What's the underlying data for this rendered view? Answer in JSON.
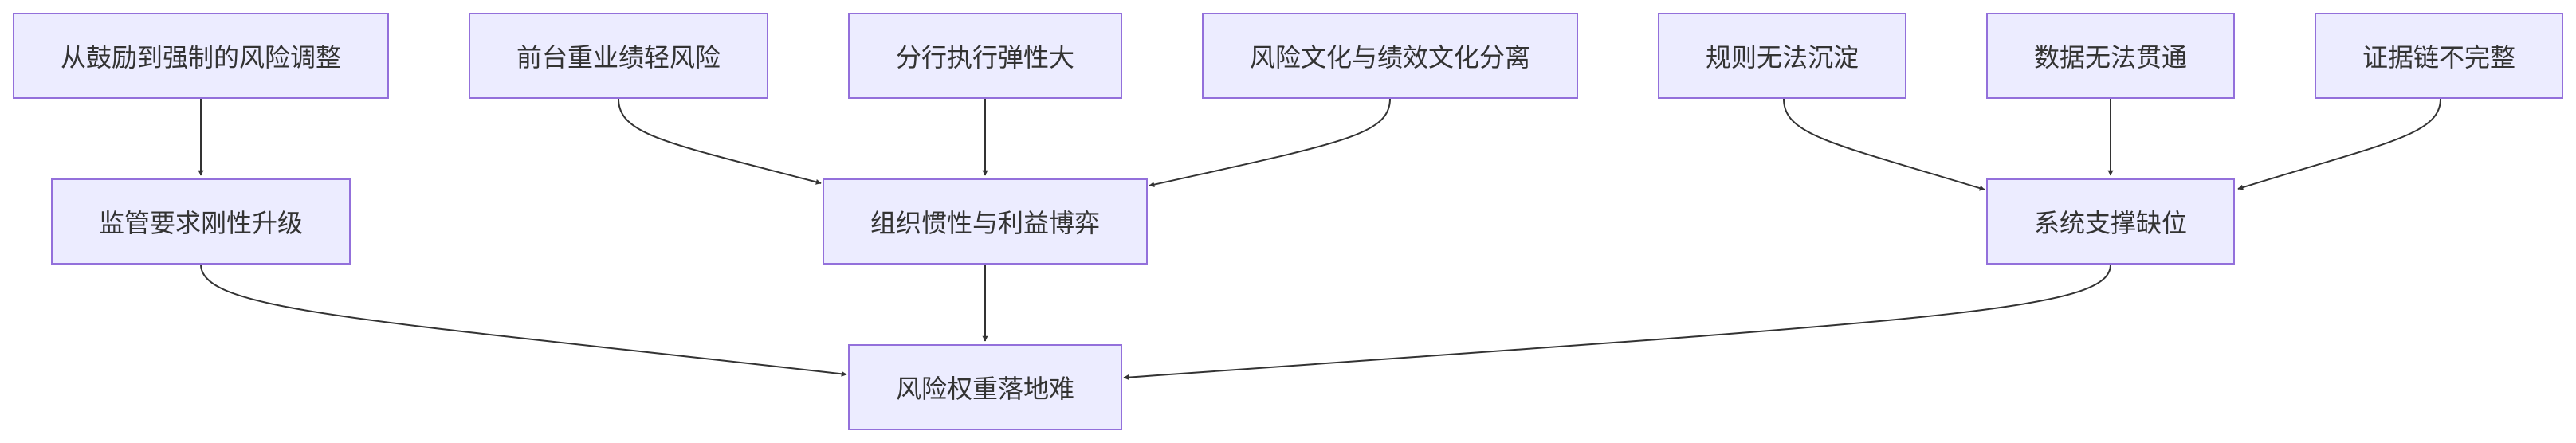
{
  "diagram": {
    "type": "flowchart",
    "colors": {
      "node_fill": "#ececff",
      "node_border": "#9370db",
      "edge": "#333333",
      "text": "#333333"
    },
    "nodes": [
      {
        "id": "n1",
        "label": "从鼓励到强制的风险调整"
      },
      {
        "id": "n2",
        "label": "前台重业绩轻风险"
      },
      {
        "id": "n3",
        "label": "分行执行弹性大"
      },
      {
        "id": "n4",
        "label": "风险文化与绩效文化分离"
      },
      {
        "id": "n5",
        "label": "规则无法沉淀"
      },
      {
        "id": "n6",
        "label": "数据无法贯通"
      },
      {
        "id": "n7",
        "label": "证据链不完整"
      },
      {
        "id": "n8",
        "label": "监管要求刚性升级"
      },
      {
        "id": "n9",
        "label": "组织惯性与利益博弈"
      },
      {
        "id": "n10",
        "label": "系统支撑缺位"
      },
      {
        "id": "n11",
        "label": "风险权重落地难"
      }
    ],
    "edges": [
      {
        "from": "n1",
        "to": "n8"
      },
      {
        "from": "n2",
        "to": "n9"
      },
      {
        "from": "n3",
        "to": "n9"
      },
      {
        "from": "n4",
        "to": "n9"
      },
      {
        "from": "n5",
        "to": "n10"
      },
      {
        "from": "n6",
        "to": "n10"
      },
      {
        "from": "n7",
        "to": "n10"
      },
      {
        "from": "n8",
        "to": "n11"
      },
      {
        "from": "n9",
        "to": "n11"
      },
      {
        "from": "n10",
        "to": "n11"
      }
    ]
  }
}
